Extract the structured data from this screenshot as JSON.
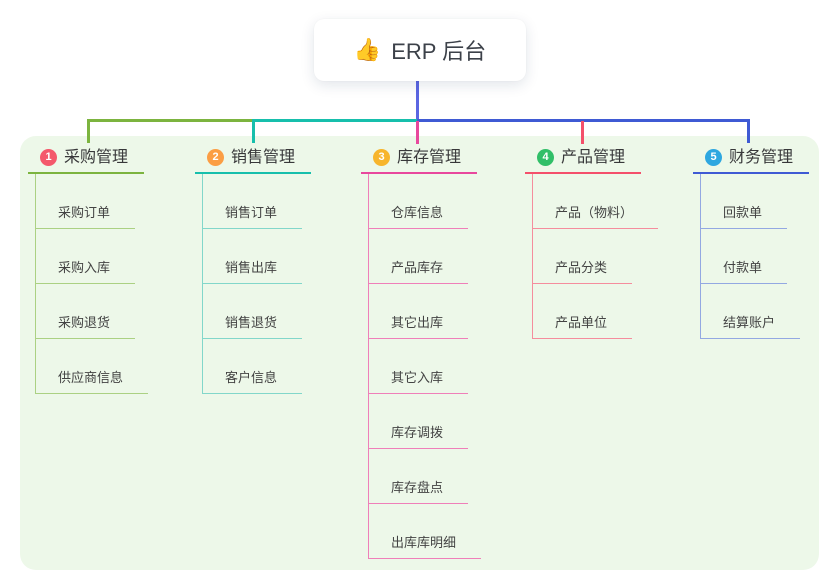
{
  "root": {
    "icon": "thumbs-up-icon",
    "icon_glyph": "👍",
    "title": "ERP 后台"
  },
  "connectors": {
    "stem_color": "#5b66e2"
  },
  "panel_color": "#edf8e9",
  "branches": [
    {
      "badge": "1",
      "title": "采购管理",
      "badge_color": "#f4586b",
      "line_color": "#7cb43f",
      "child_line_color": "#abd183",
      "children": [
        "采购订单",
        "采购入库",
        "采购退货",
        "供应商信息"
      ]
    },
    {
      "badge": "2",
      "title": "销售管理",
      "badge_color": "#fb9e44",
      "line_color": "#17bfac",
      "child_line_color": "#82d7ca",
      "children": [
        "销售订单",
        "销售出库",
        "销售退货",
        "客户信息"
      ]
    },
    {
      "badge": "3",
      "title": "库存管理",
      "badge_color": "#f7b52c",
      "line_color": "#e8489d",
      "child_line_color": "#ef7fb9",
      "children": [
        "仓库信息",
        "产品库存",
        "其它出库",
        "其它入库",
        "库存调拨",
        "库存盘点",
        "出库库明细"
      ]
    },
    {
      "badge": "4",
      "title": "产品管理",
      "badge_color": "#31bf68",
      "line_color": "#f4506b",
      "child_line_color": "#f58d9d",
      "children": [
        "产品（物料）",
        "产品分类",
        "产品单位"
      ]
    },
    {
      "badge": "5",
      "title": "财务管理",
      "badge_color": "#2ea7e0",
      "line_color": "#3f5ad4",
      "child_line_color": "#93a8e2",
      "children": [
        "回款单",
        "付款单",
        "结算账户"
      ]
    }
  ]
}
